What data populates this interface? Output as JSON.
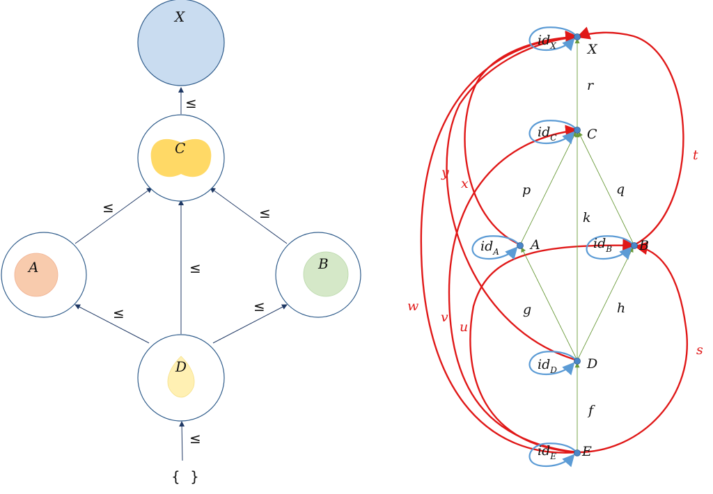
{
  "left": {
    "nodes": {
      "X": "X",
      "C": "C",
      "A": "A",
      "B": "B",
      "D": "D",
      "empty": "{ }"
    },
    "relation": "≤",
    "colors": {
      "X_fill": "#c9dcf0",
      "C_blob": "#ffd966",
      "A_blob": "#f8cbad",
      "B_blob": "#d5e8c8",
      "D_blob": "#fff0b3",
      "stroke": "#2e5b8a"
    }
  },
  "right": {
    "objects": {
      "X": "X",
      "C": "C",
      "A": "A",
      "B": "B",
      "D": "D",
      "E": "E"
    },
    "identities": {
      "X": {
        "base": "id",
        "sub": "X"
      },
      "C": {
        "base": "id",
        "sub": "C"
      },
      "A": {
        "base": "id",
        "sub": "A"
      },
      "B": {
        "base": "id",
        "sub": "B"
      },
      "D": {
        "base": "id",
        "sub": "D"
      },
      "E": {
        "base": "id",
        "sub": "E"
      }
    },
    "morphisms": {
      "r": "r",
      "p": "p",
      "q": "q",
      "k": "k",
      "g": "g",
      "h": "h",
      "f": "f"
    },
    "composites": {
      "t": "t",
      "y": "y",
      "x": "x",
      "w": "w",
      "v": "v",
      "u": "u",
      "s": "s"
    },
    "colors": {
      "green_arrow": "#6a9a3a",
      "loop": "#5b9bd5",
      "composite": "#e01818",
      "dot": "#4a86c8"
    }
  }
}
